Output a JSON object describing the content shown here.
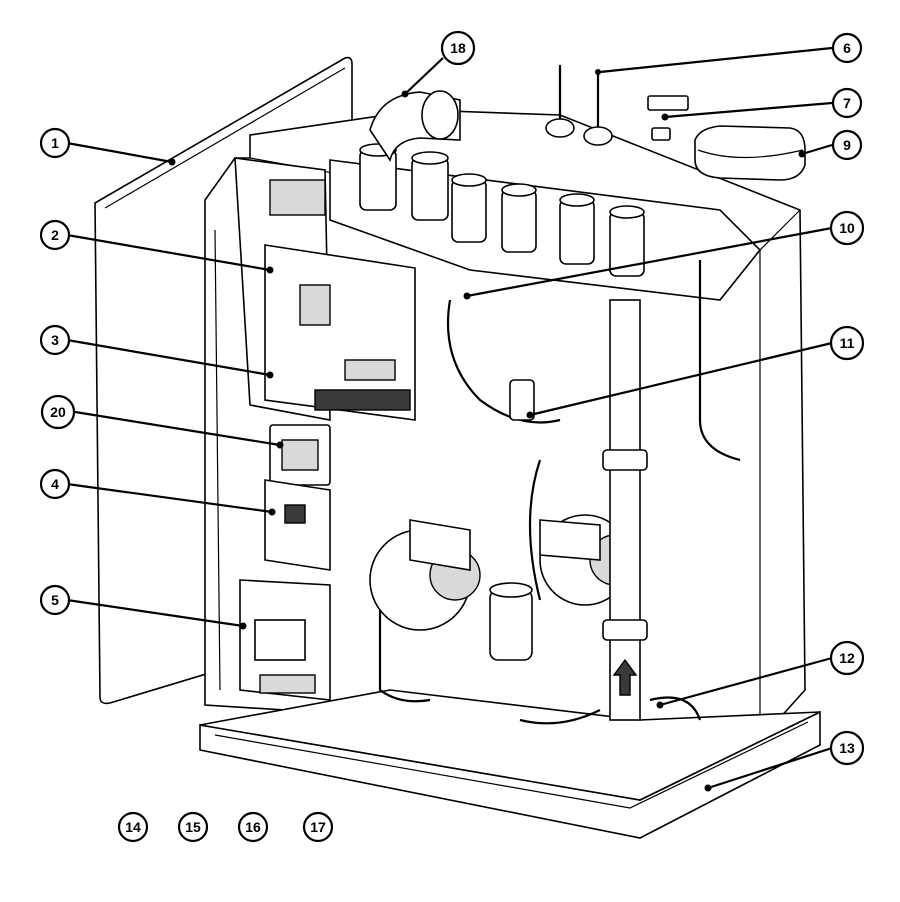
{
  "figure": {
    "callouts": [
      {
        "id": "c1",
        "label": "1"
      },
      {
        "id": "c2",
        "label": "2"
      },
      {
        "id": "c3",
        "label": "3"
      },
      {
        "id": "c20",
        "label": "20"
      },
      {
        "id": "c4",
        "label": "4"
      },
      {
        "id": "c5",
        "label": "5"
      },
      {
        "id": "c18",
        "label": "18"
      },
      {
        "id": "c6",
        "label": "6"
      },
      {
        "id": "c7",
        "label": "7"
      },
      {
        "id": "c9",
        "label": "9"
      },
      {
        "id": "c10",
        "label": "10"
      },
      {
        "id": "c11",
        "label": "11"
      },
      {
        "id": "c12",
        "label": "12"
      },
      {
        "id": "c13",
        "label": "13"
      },
      {
        "id": "c14",
        "label": "14"
      },
      {
        "id": "c15",
        "label": "15"
      },
      {
        "id": "c16",
        "label": "16"
      },
      {
        "id": "c17",
        "label": "17"
      }
    ],
    "colors": {
      "ink": "#000000",
      "background": "#ffffff",
      "shade": "#d9d9d9"
    }
  }
}
